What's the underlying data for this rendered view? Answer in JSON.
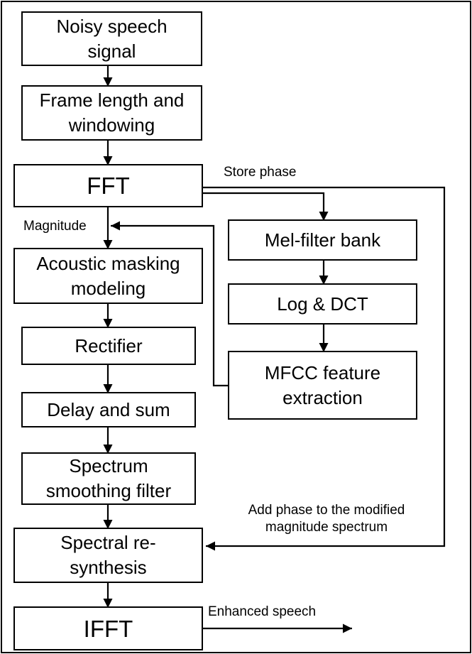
{
  "diagram": {
    "boxes": {
      "noisy_speech": "Noisy speech\nsignal",
      "framing": "Frame length and\nwindowing",
      "fft": "FFT",
      "masking": "Acoustic masking\nmodeling",
      "rectifier": "Rectifier",
      "delay_sum": "Delay and sum",
      "smoothing": "Spectrum\nsmoothing filter",
      "resynthesis": "Spectral re-\nsynthesis",
      "ifft": "IFFT",
      "mel_bank": "Mel-filter bank",
      "log_dct": "Log & DCT",
      "mfcc": "MFCC feature\nextraction"
    },
    "labels": {
      "store_phase": "Store phase",
      "magnitude": "Magnitude",
      "add_phase": "Add phase to the modified\nmagnitude spectrum",
      "enhanced_speech": "Enhanced speech"
    },
    "colors": {
      "stroke": "#000000",
      "background": "#ffffff"
    }
  }
}
